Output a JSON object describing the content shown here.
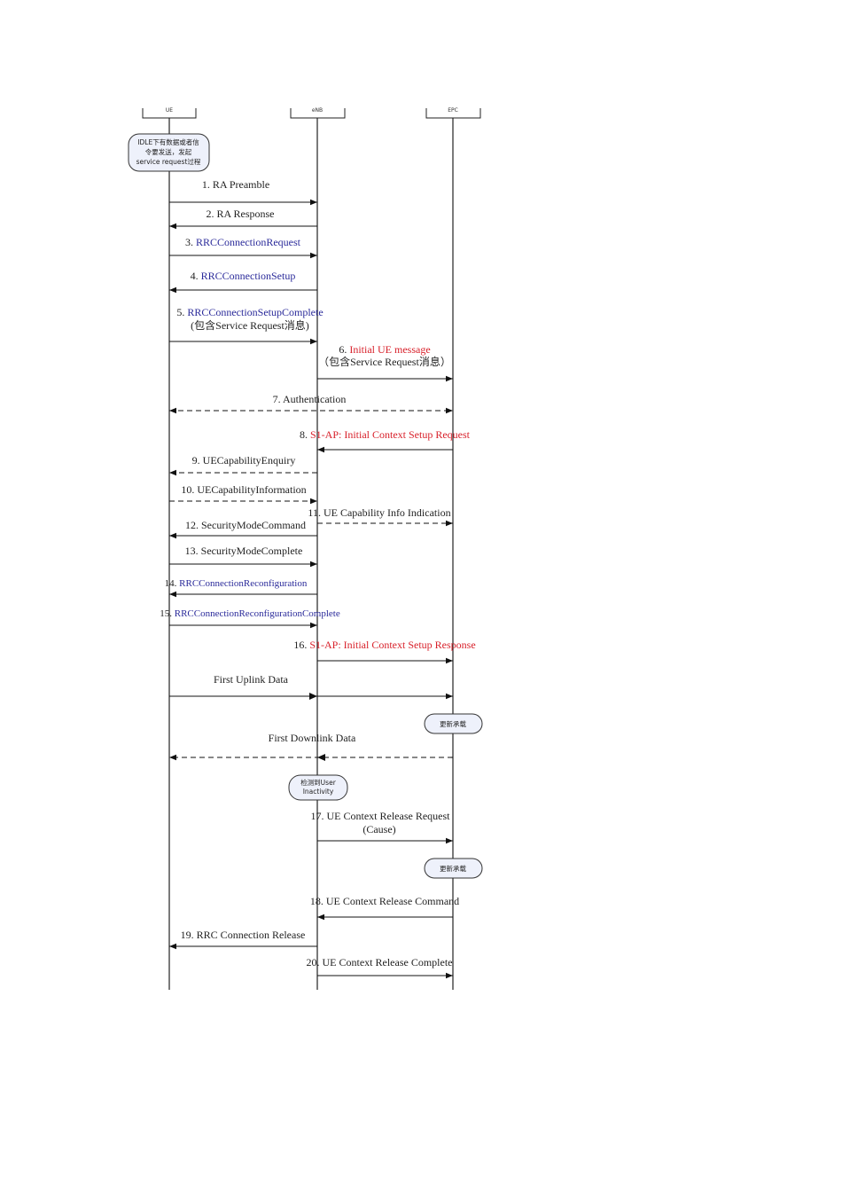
{
  "lifelines": [
    {
      "id": "ue",
      "label": "UE"
    },
    {
      "id": "enb",
      "label": "eNB"
    },
    {
      "id": "epc",
      "label": "EPC"
    }
  ],
  "notes": [
    {
      "lines": [
        "IDLE下有数据或者信",
        "令要发送，发起",
        "service request过程"
      ]
    },
    {
      "lines": [
        "更新承载"
      ]
    },
    {
      "lines": [
        "检测到User",
        "Inactivity"
      ]
    },
    {
      "lines": [
        "更新承载"
      ]
    }
  ],
  "messages": [
    {
      "num": "1. ",
      "text": "RA Preamble",
      "from": "ue",
      "to": "enb",
      "style": "solid",
      "color": "black",
      "sub": ""
    },
    {
      "num": "2. ",
      "text": "RA Response",
      "from": "enb",
      "to": "ue",
      "style": "solid",
      "color": "black",
      "sub": ""
    },
    {
      "num": "3. ",
      "text": "RRCConnectionRequest",
      "from": "ue",
      "to": "enb",
      "style": "solid",
      "color": "blue",
      "sub": ""
    },
    {
      "num": "4. ",
      "text": "RRCConnectionSetup",
      "from": "enb",
      "to": "ue",
      "style": "solid",
      "color": "blue",
      "sub": ""
    },
    {
      "num": "5. ",
      "text": "RRCConnectionSetupComplete",
      "from": "ue",
      "to": "enb",
      "style": "solid",
      "color": "blue",
      "sub": "(包含Service Request消息)"
    },
    {
      "num": "6. ",
      "text": "Initial UE message",
      "from": "enb",
      "to": "epc",
      "style": "solid",
      "color": "red",
      "sub": "（包含Service Request消息）"
    },
    {
      "num": "7. ",
      "text": "Authentication",
      "from": "ue",
      "to": "epc",
      "style": "dashed",
      "color": "black",
      "sub": "",
      "bidir": true
    },
    {
      "num": "8. ",
      "text": "S1-AP: Initial Context Setup Request",
      "from": "epc",
      "to": "enb",
      "style": "solid",
      "color": "red",
      "sub": ""
    },
    {
      "num": "9. ",
      "text": "UECapabilityEnquiry",
      "from": "enb",
      "to": "ue",
      "style": "dashed",
      "color": "black",
      "sub": ""
    },
    {
      "num": "10. ",
      "text": "UECapabilityInformation",
      "from": "ue",
      "to": "enb",
      "style": "dashed",
      "color": "black",
      "sub": ""
    },
    {
      "num": "11. ",
      "text": "UE Capability Info Indication",
      "from": "enb",
      "to": "epc",
      "style": "dashed",
      "color": "black",
      "sub": ""
    },
    {
      "num": "12. ",
      "text": "SecurityModeCommand",
      "from": "enb",
      "to": "ue",
      "style": "solid",
      "color": "black",
      "sub": ""
    },
    {
      "num": "13. ",
      "text": "SecurityModeComplete",
      "from": "ue",
      "to": "enb",
      "style": "solid",
      "color": "black",
      "sub": ""
    },
    {
      "num": "14. ",
      "text": "RRCConnectionReconfiguration",
      "from": "enb",
      "to": "ue",
      "style": "solid",
      "color": "blue",
      "sub": ""
    },
    {
      "num": "15. ",
      "text": "RRCConnectionReconfigurationComplete",
      "from": "ue",
      "to": "enb",
      "style": "solid",
      "color": "blue",
      "sub": ""
    },
    {
      "num": "16. ",
      "text": "S1-AP: Initial Context Setup Response",
      "from": "enb",
      "to": "epc",
      "style": "solid",
      "color": "red",
      "sub": ""
    },
    {
      "num": "",
      "text": "First  Uplink Data",
      "from": "ue",
      "to": "epc",
      "style": "solid",
      "color": "black",
      "sub": "",
      "through": true
    },
    {
      "num": "",
      "text": "First  Downlink Data",
      "from": "epc",
      "to": "ue",
      "style": "dashed",
      "color": "black",
      "sub": "",
      "through": true
    },
    {
      "num": "17. ",
      "text": "UE Context Release Request",
      "from": "enb",
      "to": "epc",
      "style": "solid",
      "color": "black",
      "sub": "(Cause)"
    },
    {
      "num": "18. ",
      "text": "UE Context Release Command",
      "from": "epc",
      "to": "enb",
      "style": "solid",
      "color": "black",
      "sub": ""
    },
    {
      "num": "19. ",
      "text": "RRC Connection Release",
      "from": "enb",
      "to": "ue",
      "style": "solid",
      "color": "black",
      "sub": ""
    },
    {
      "num": "20. ",
      "text": "UE Context Release Complete",
      "from": "enb",
      "to": "epc",
      "style": "solid",
      "color": "black",
      "sub": ""
    }
  ]
}
